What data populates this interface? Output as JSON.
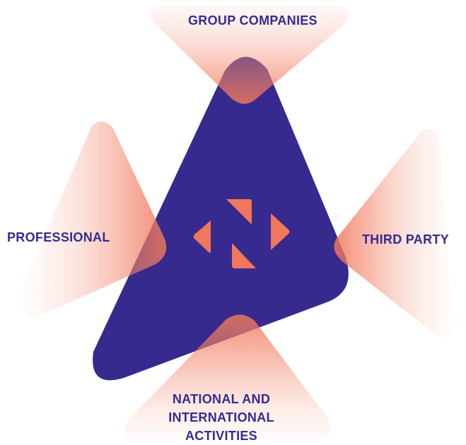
{
  "diagram": {
    "labels": {
      "top": "GROUP COMPANIES",
      "left": "PROFESSIONAL",
      "right": "THIRD PARTY",
      "bottom_line1": "NATIONAL AND",
      "bottom_line2": "INTERNATIONAL",
      "bottom_line3": "ACTIVITIES"
    },
    "colors": {
      "triangle": "#372a8e",
      "accent": "#f0775a",
      "label_text": "#352b8e"
    },
    "icons": [
      "logo-icon"
    ]
  }
}
